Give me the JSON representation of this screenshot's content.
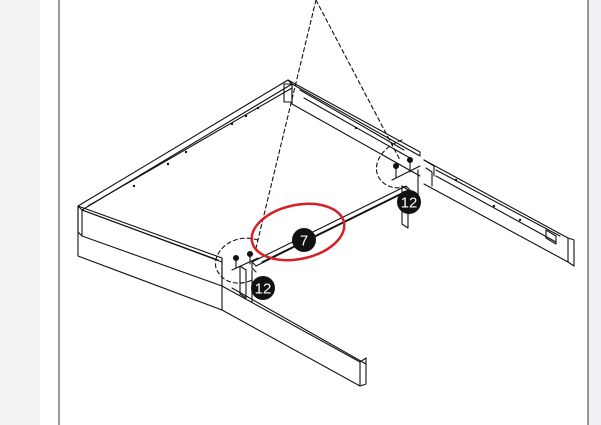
{
  "callouts": {
    "bolt_a": "12",
    "bolt_b": "12",
    "center_support": "7"
  },
  "colors": {
    "highlight": "#d61f26",
    "line": "#111111",
    "page_border": "#333333"
  },
  "icons": {
    "highlight_ring": "red-ellipse-highlight"
  }
}
